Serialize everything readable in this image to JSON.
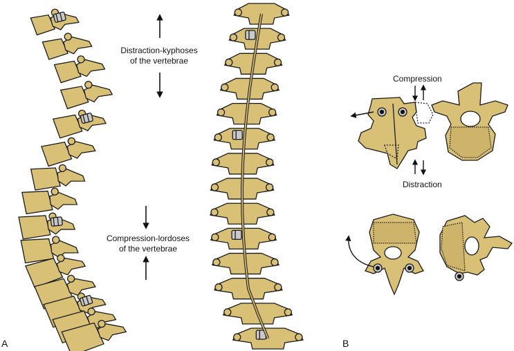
{
  "panels": {
    "a": "A",
    "b": "B"
  },
  "labels": {
    "distraction_line1": "Distraction-kyphoses",
    "distraction_line2": "of the vertebrae",
    "compression_line1": "Compression-lordoses",
    "compression_line2": "of the vertebrae",
    "compression": "Compression",
    "distraction": "Distraction"
  },
  "colors": {
    "bone": "#d8c077",
    "bone_dark": "#b89e52",
    "outline": "#1a1a1a",
    "implant": "#c9c9c9"
  }
}
